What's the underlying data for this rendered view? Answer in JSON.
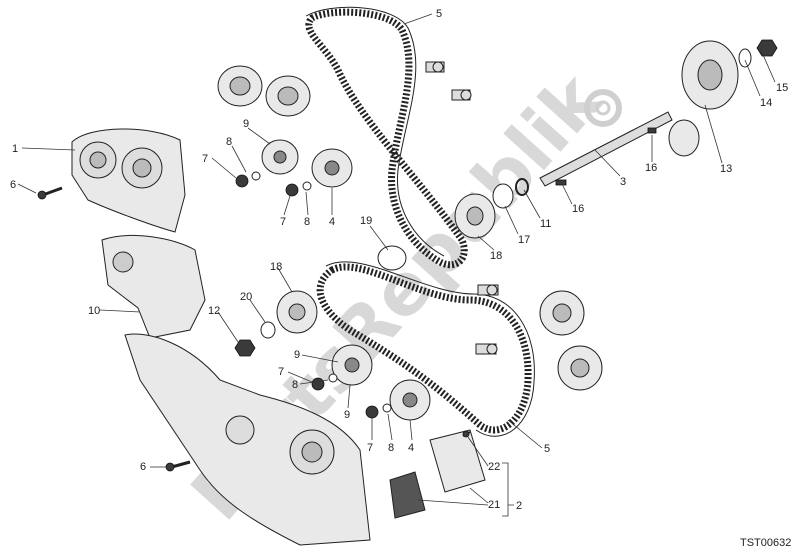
{
  "diagram": {
    "drawing_code": "TST00632",
    "watermark": "PartsRepublik",
    "callouts": {
      "belt_top": "5",
      "belt_bottom": "5",
      "washer_15": "15",
      "washer_14": "14",
      "gear_13": "13",
      "key_16a": "16",
      "key_16b": "16",
      "shaft_3": "3",
      "circlip_11": "11",
      "spacer_17": "17",
      "pulley_18_top": "18",
      "spacer_19": "19",
      "cover_1": "1",
      "screw_6_top": "6",
      "nut_7_a": "7",
      "washer_8_a": "8",
      "tensioner_9_a": "9",
      "nut_7_b": "7",
      "washer_8_b": "8",
      "idler_4_a": "4",
      "cover_10": "10",
      "pulley_18_mid": "18",
      "spacer_20": "20",
      "nut_12": "12",
      "tensioner_9_b": "9",
      "nut_7_c": "7",
      "washer_8_c": "8",
      "nut_7_d": "7",
      "washer_8_d": "8",
      "idler_4_b": "4",
      "screw_6_bottom": "6",
      "screw_22": "22",
      "pad_21": "21",
      "group_2": "2"
    }
  }
}
